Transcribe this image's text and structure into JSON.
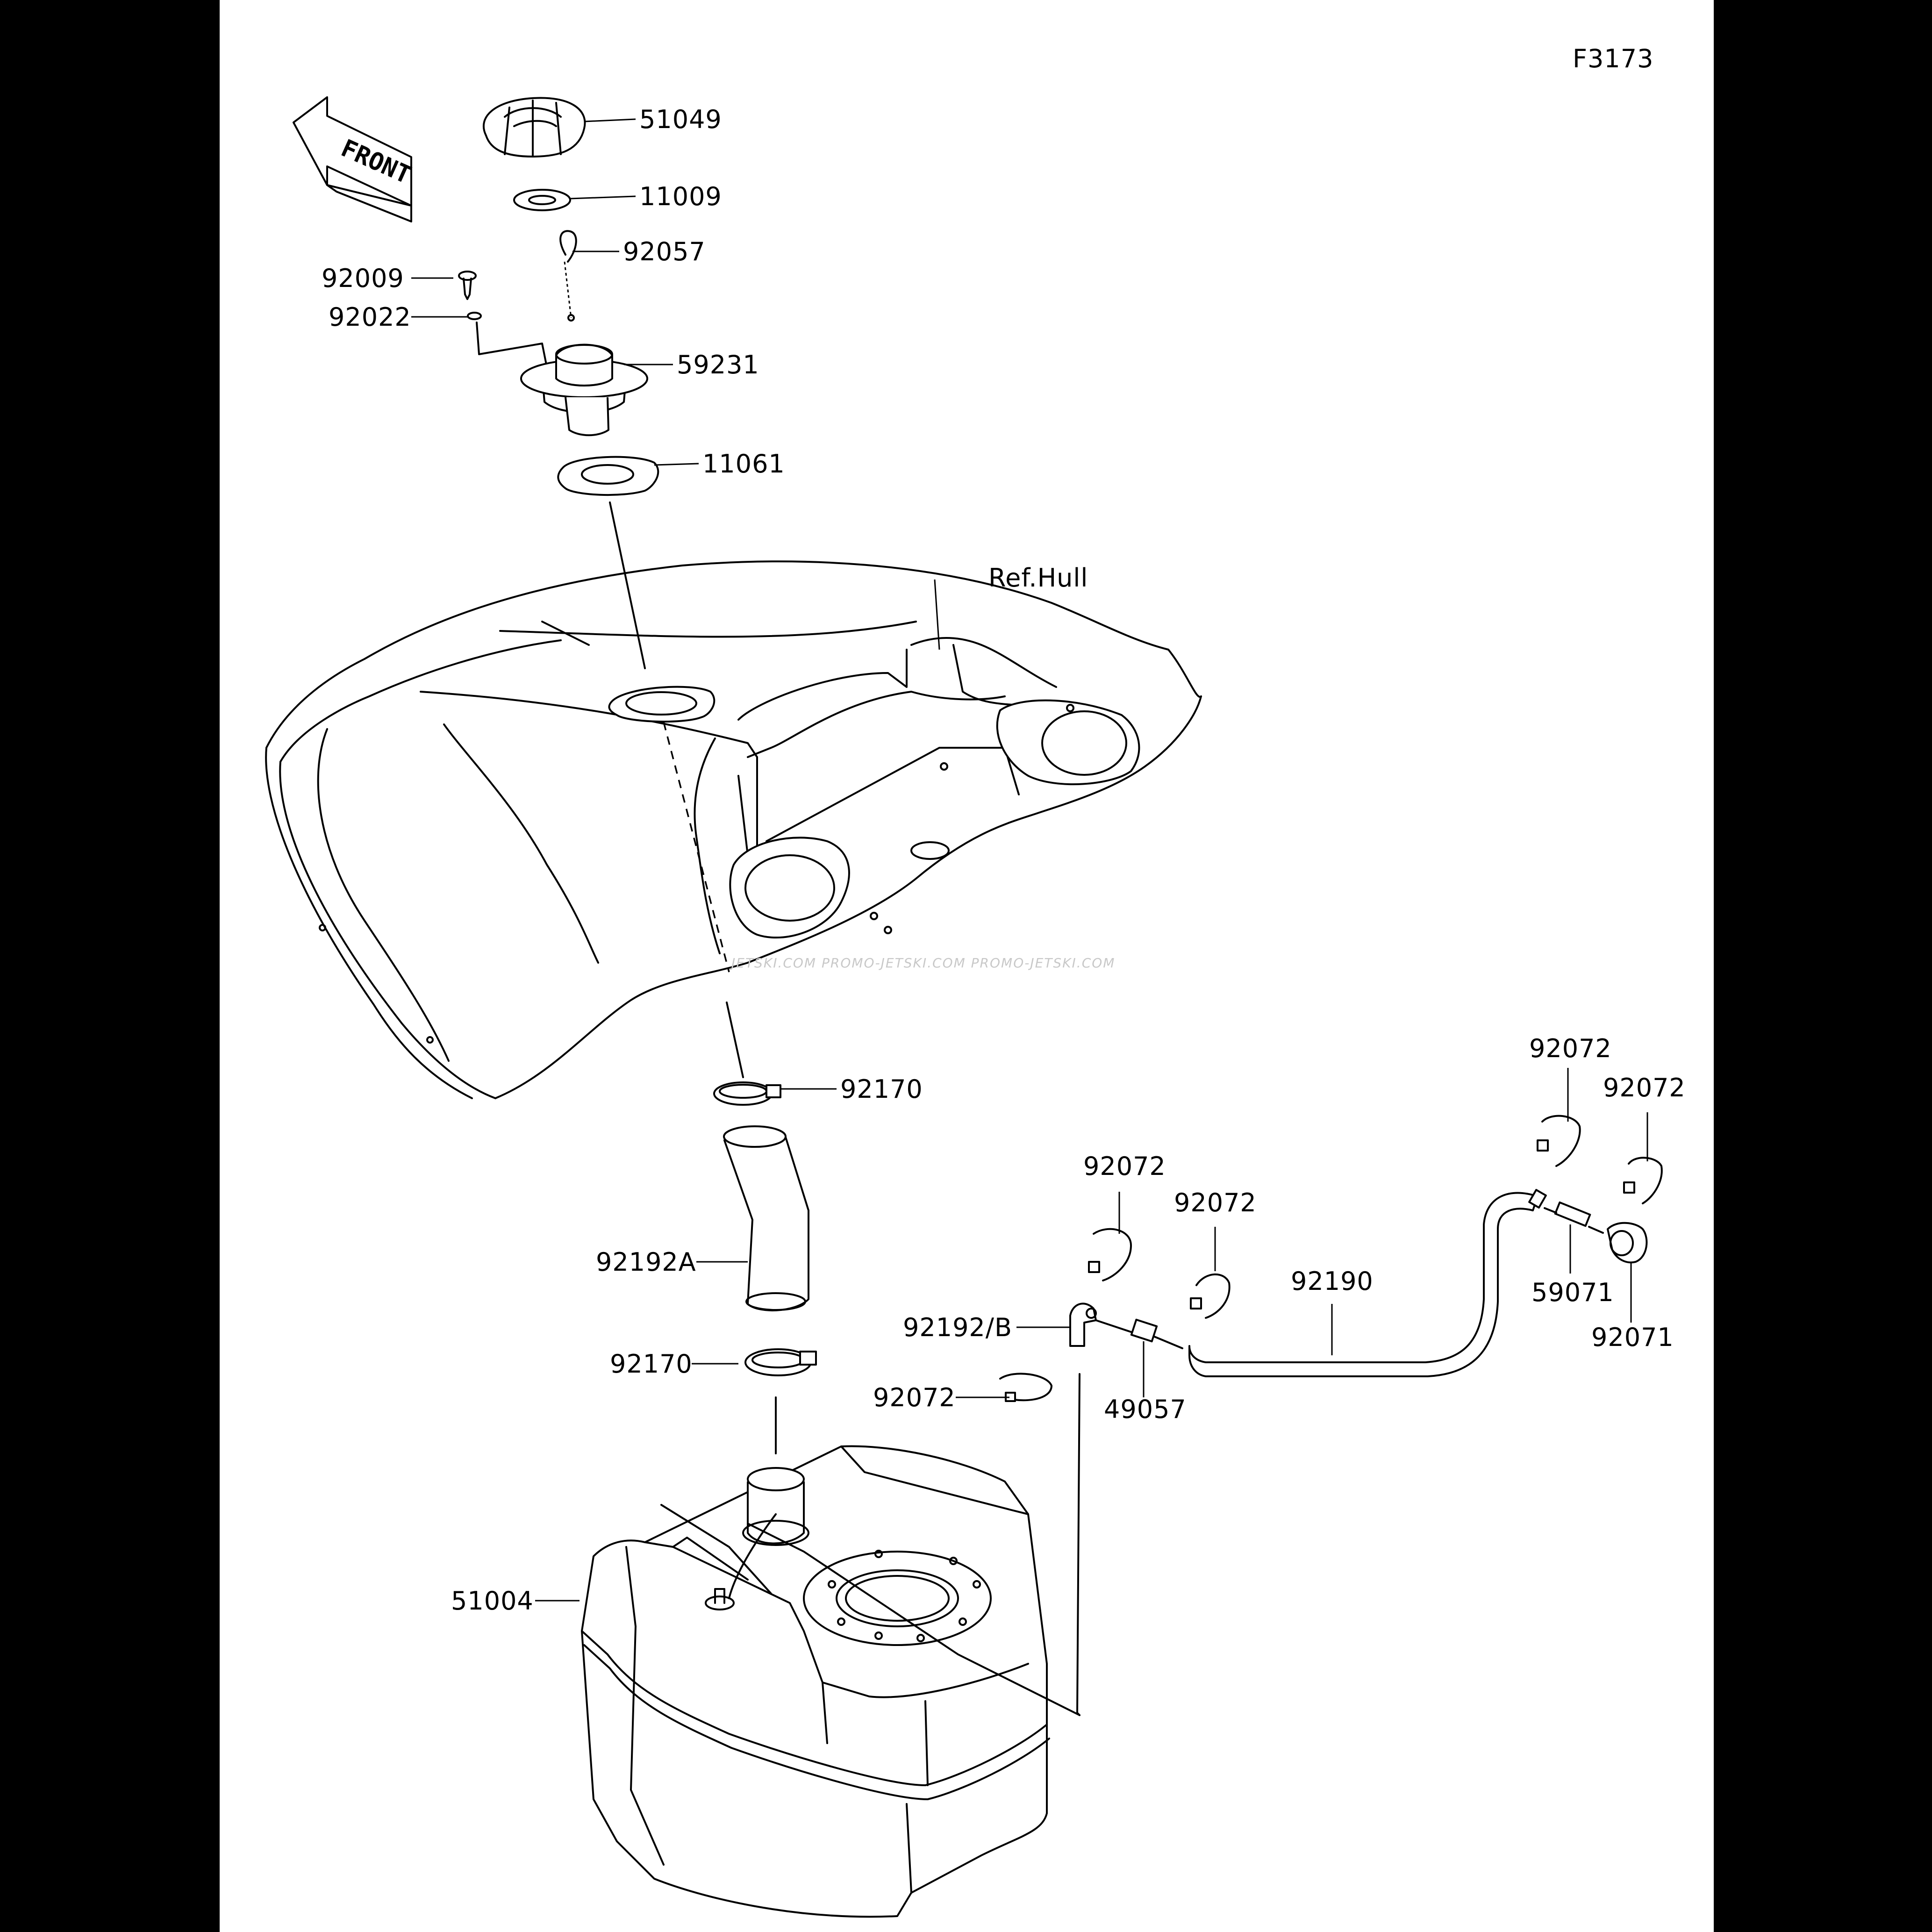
{
  "figure_code": "F3173",
  "front_label": "FRONT",
  "reference_label": "Ref.Hull",
  "watermark": "JETSKI.COM  PROMO-JETSKI.COM  PROMO-JETSKI.COM",
  "callouts": [
    "51049",
    "11009",
    "92057",
    "92009",
    "92022",
    "59231",
    "11061",
    "92170",
    "92192A",
    "92170",
    "51004",
    "92192/B",
    "92072",
    "49057",
    "92190",
    "92072",
    "92072",
    "92072",
    "92072",
    "59071",
    "92071"
  ]
}
